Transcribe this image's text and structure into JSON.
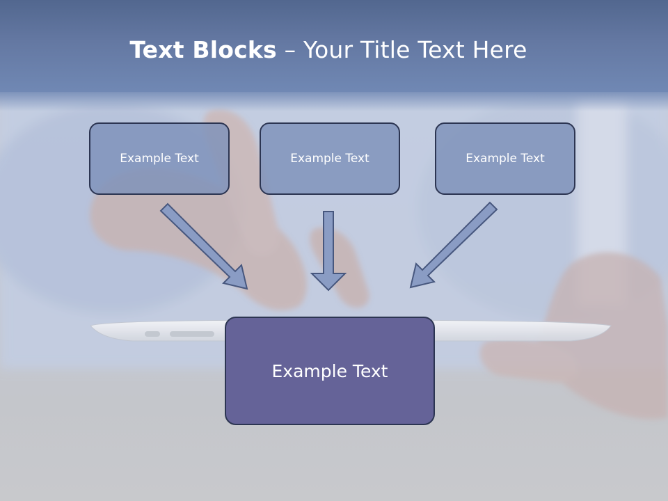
{
  "title": {
    "bold": "Text Blocks",
    "dash": " – ",
    "rest": "Your Title Text Here"
  },
  "blocks": {
    "left": "Example Text",
    "center": "Example Text",
    "right": "Example Text"
  },
  "main_block": "Example Text",
  "colors": {
    "title_band": "#6478a2",
    "small_box_fill": "#7e91b9",
    "main_box_fill": "#656398",
    "box_border": "#2c3552",
    "arrow_fill": "#8a9cc4",
    "arrow_stroke": "#47577e"
  }
}
